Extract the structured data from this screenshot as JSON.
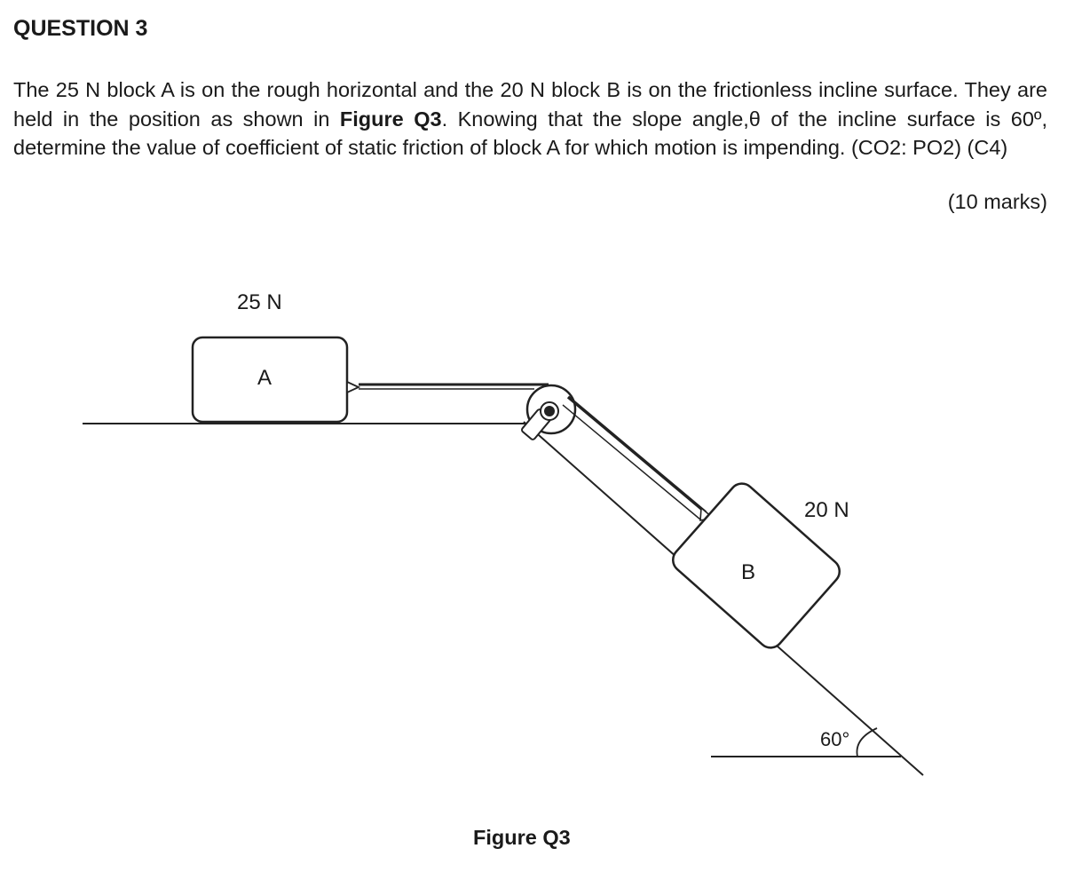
{
  "question": {
    "heading": "QUESTION 3",
    "paragraph_pre": "The 25 N block A is on the rough horizontal and the 20 N block B is on the frictionless incline surface. They are held in the position as shown in ",
    "figure_ref": "Figure Q3",
    "paragraph_post": ". Knowing that the slope angle,θ of the incline surface is 60º, determine the value of coefficient of static friction of block A for which motion is impending. (CO2: PO2) (C4)",
    "marks": "(10 marks)"
  },
  "figure": {
    "weight_a": "25 N",
    "block_a_label": "A",
    "weight_b": "20 N",
    "block_b_label": "B",
    "angle_label": "60°",
    "caption": "Figure Q3"
  }
}
